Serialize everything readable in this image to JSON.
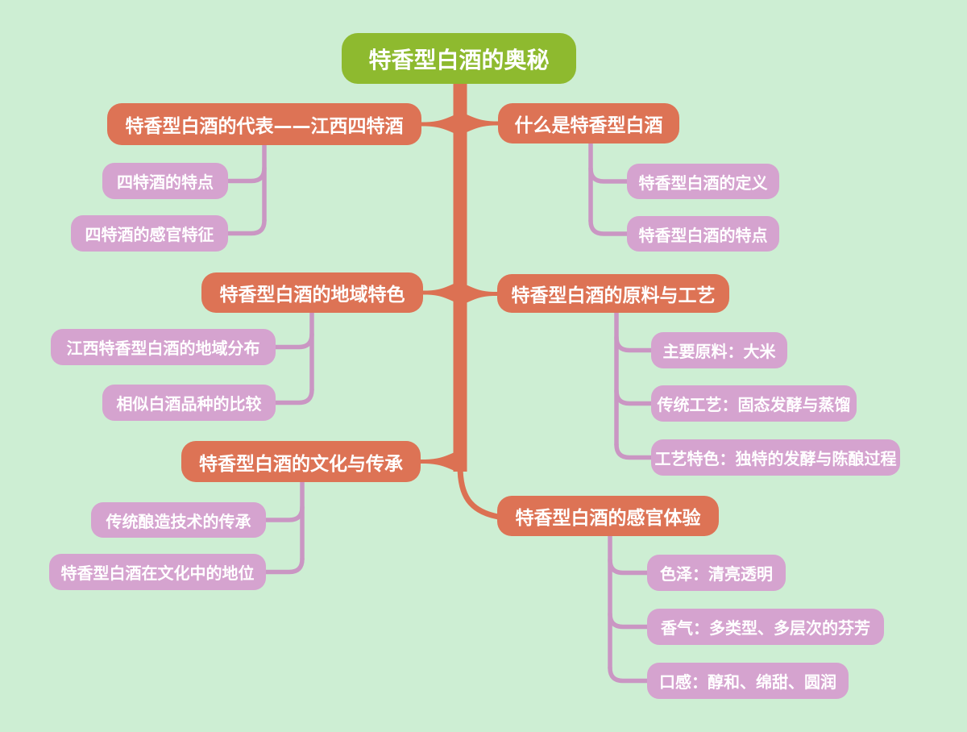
{
  "mindmap": {
    "root": {
      "label": "特香型白酒的奥秘"
    },
    "branches": [
      {
        "label": "特香型白酒的代表——江西四特酒",
        "side": "left",
        "children": [
          {
            "label": "四特酒的特点"
          },
          {
            "label": "四特酒的感官特征"
          }
        ]
      },
      {
        "label": "什么是特香型白酒",
        "side": "right",
        "children": [
          {
            "label": "特香型白酒的定义"
          },
          {
            "label": "特香型白酒的特点"
          }
        ]
      },
      {
        "label": "特香型白酒的地域特色",
        "side": "left",
        "children": [
          {
            "label": "江西特香型白酒的地域分布"
          },
          {
            "label": "相似白酒品种的比较"
          }
        ]
      },
      {
        "label": "特香型白酒的原料与工艺",
        "side": "right",
        "children": [
          {
            "label": "主要原料：大米"
          },
          {
            "label": "传统工艺：固态发酵与蒸馏"
          },
          {
            "label": "工艺特色：独特的发酵与陈酿过程"
          }
        ]
      },
      {
        "label": "特香型白酒的文化与传承",
        "side": "left",
        "children": [
          {
            "label": "传统酿造技术的传承"
          },
          {
            "label": "特香型白酒在文化中的地位"
          }
        ]
      },
      {
        "label": "特香型白酒的感官体验",
        "side": "right",
        "children": [
          {
            "label": "色泽：清亮透明"
          },
          {
            "label": "香气：多类型、多层次的芬芳"
          },
          {
            "label": "口感：醇和、绵甜、圆润"
          }
        ]
      }
    ],
    "colors": {
      "background": "#cdeed3",
      "root_fill": "#8eba2f",
      "branch_fill": "#dd7355",
      "trunk_stroke": "#dc7153",
      "child_fill": "#d5a3cf",
      "child_connector": "#ca96c3",
      "text": "#ffffff"
    }
  }
}
